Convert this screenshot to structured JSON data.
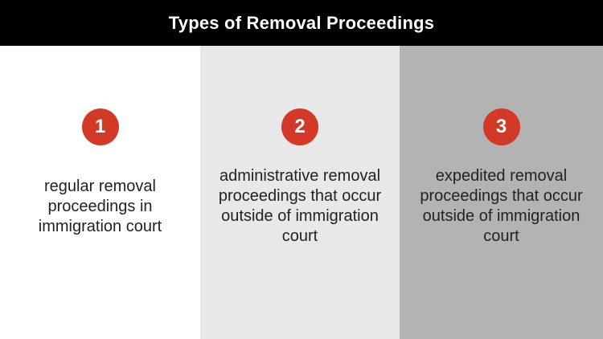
{
  "slide": {
    "title": "Types of Removal Proceedings"
  },
  "colors": {
    "header_bg": "#000000",
    "badge_red": "#d23a27",
    "col1_bg": "#ffffff",
    "col2_bg": "#e8e8e8",
    "col3_bg": "#b3b3b3"
  },
  "items": [
    {
      "number": "1",
      "text": "regular removal proceedings in immigration court"
    },
    {
      "number": "2",
      "text": "administrative removal proceedings that occur outside of immigration court"
    },
    {
      "number": "3",
      "text": "expedited removal proceedings that occur outside of immigration court"
    }
  ]
}
